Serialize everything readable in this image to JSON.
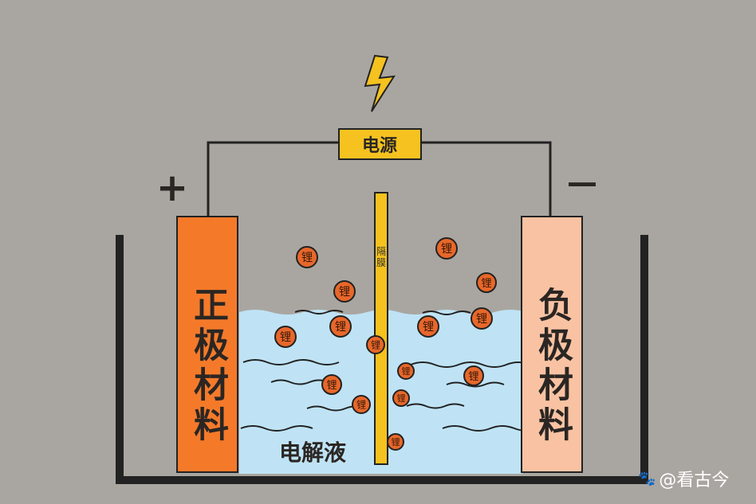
{
  "power_source": {
    "label": "电源",
    "icon": "lightning-icon"
  },
  "terminals": {
    "plus": "+",
    "minus": "—"
  },
  "positive_electrode": {
    "label": "正极材料",
    "color": "#f47a2a"
  },
  "negative_electrode": {
    "label": "负极材料",
    "color": "#f9c3a3"
  },
  "separator": {
    "label": "隔膜",
    "color": "#f5c21f"
  },
  "electrolyte": {
    "label": "电解液",
    "color": "#bfe3f5"
  },
  "ion": {
    "label": "锂",
    "color": "#e8672a"
  },
  "watermark": {
    "text": "@看古今",
    "icon": "baidu-paw-icon"
  }
}
